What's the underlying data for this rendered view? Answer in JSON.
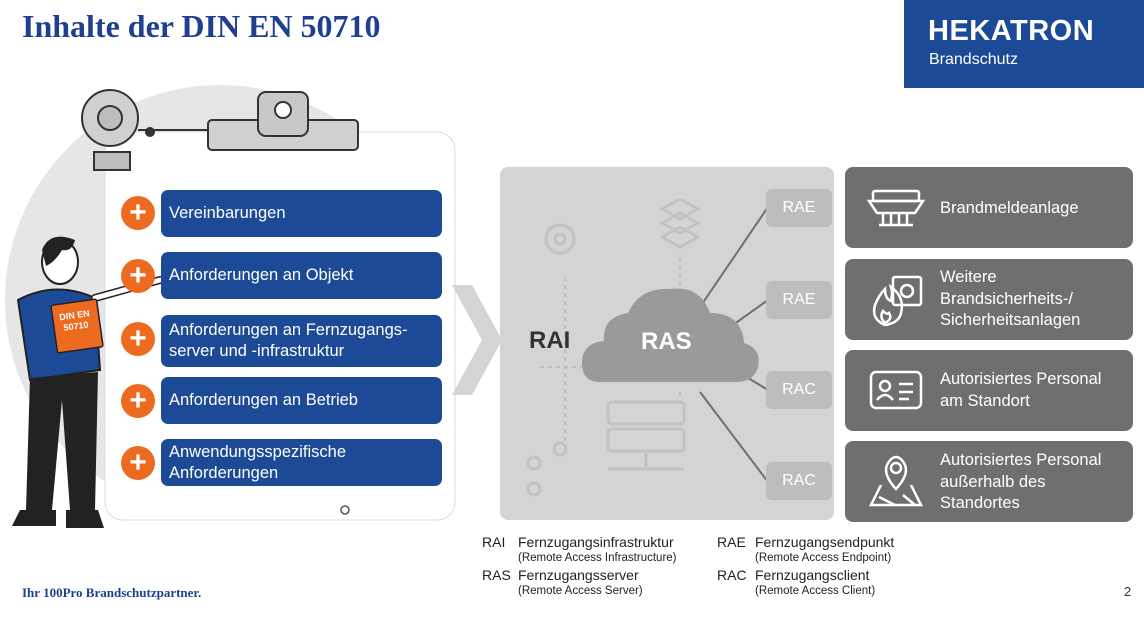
{
  "title": "Inhalte der DIN EN 50710",
  "logo": {
    "brand": "HEKATRON",
    "sub": "Brandschutz"
  },
  "footer": "Ihr 100Pro Brandschutzpartner.",
  "page_number": "2",
  "clipboard_book": {
    "line1": "DIN EN",
    "line2": "50710"
  },
  "checklist": [
    {
      "label": "Vereinbarungen"
    },
    {
      "label": "Anforderungen an Objekt"
    },
    {
      "label": "Anforderungen an Fernzugangs-\nserver und -infrastruktur"
    },
    {
      "label": "Anforderungen an Betrieb"
    },
    {
      "label": "Anwendungsspezifische\nAnforderungen"
    }
  ],
  "diagram": {
    "rai_label": "RAI",
    "ras_label": "RAS",
    "nodes": [
      "RAE",
      "RAE",
      "RAC",
      "RAC"
    ],
    "cards": [
      {
        "label": "Brandmeldeanlage",
        "icon": "fire-detector-icon"
      },
      {
        "label": "Weitere\nBrandsicherheits-/\nSicherheitsanlagen",
        "icon": "fire-safety-icon"
      },
      {
        "label": "Autorisiertes Personal\nam Standort",
        "icon": "id-card-icon"
      },
      {
        "label": "Autorisiertes Personal\naußerhalb des\nStandortes",
        "icon": "map-pin-icon"
      }
    ]
  },
  "legend": [
    {
      "abbr": "RAI",
      "term": "Fernzugangsinfrastruktur",
      "english": "(Remote Access Infrastructure)"
    },
    {
      "abbr": "RAS",
      "term": "Fernzugangsserver",
      "english": "(Remote Access Server)"
    },
    {
      "abbr": "RAE",
      "term": "Fernzugangsendpunkt",
      "english": "(Remote Access Endpoint)"
    },
    {
      "abbr": "RAC",
      "term": "Fernzugangsclient",
      "english": "(Remote Access Client)"
    }
  ],
  "colors": {
    "brand_blue": "#1c4a96",
    "accent_orange": "#ed6b21",
    "card_gray": "#6f6f6f",
    "panel_gray": "#d4d4d4"
  }
}
